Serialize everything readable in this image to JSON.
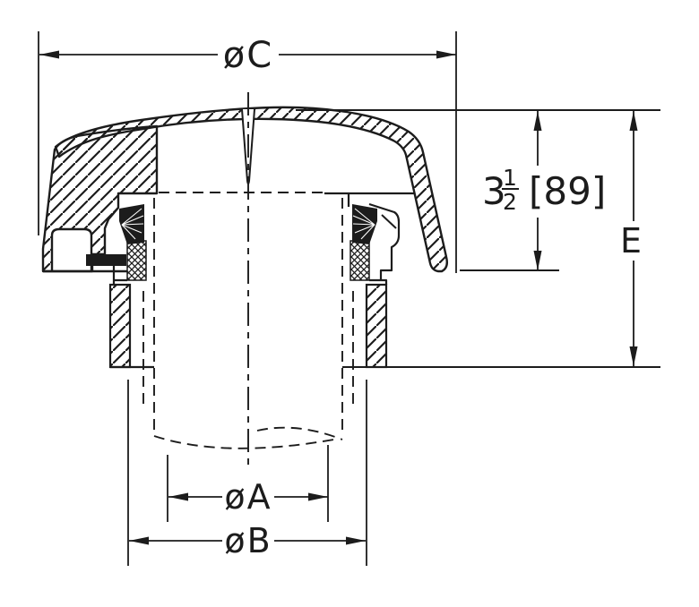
{
  "meta": {
    "description": "Technical cross-section drawing of a threaded filler / breather cap with diameter and height dimensions"
  },
  "colors": {
    "background": "#ffffff",
    "line": "#1c1c1c"
  },
  "dimensions": {
    "dia_c": {
      "label": "øC"
    },
    "dia_a": {
      "label": "øA"
    },
    "dia_b": {
      "label": "øB"
    },
    "height_overall": {
      "label": "E"
    },
    "cap_height": {
      "whole": "3",
      "numerator": "1",
      "denominator": "2",
      "metric_bracket": "[89]"
    }
  }
}
